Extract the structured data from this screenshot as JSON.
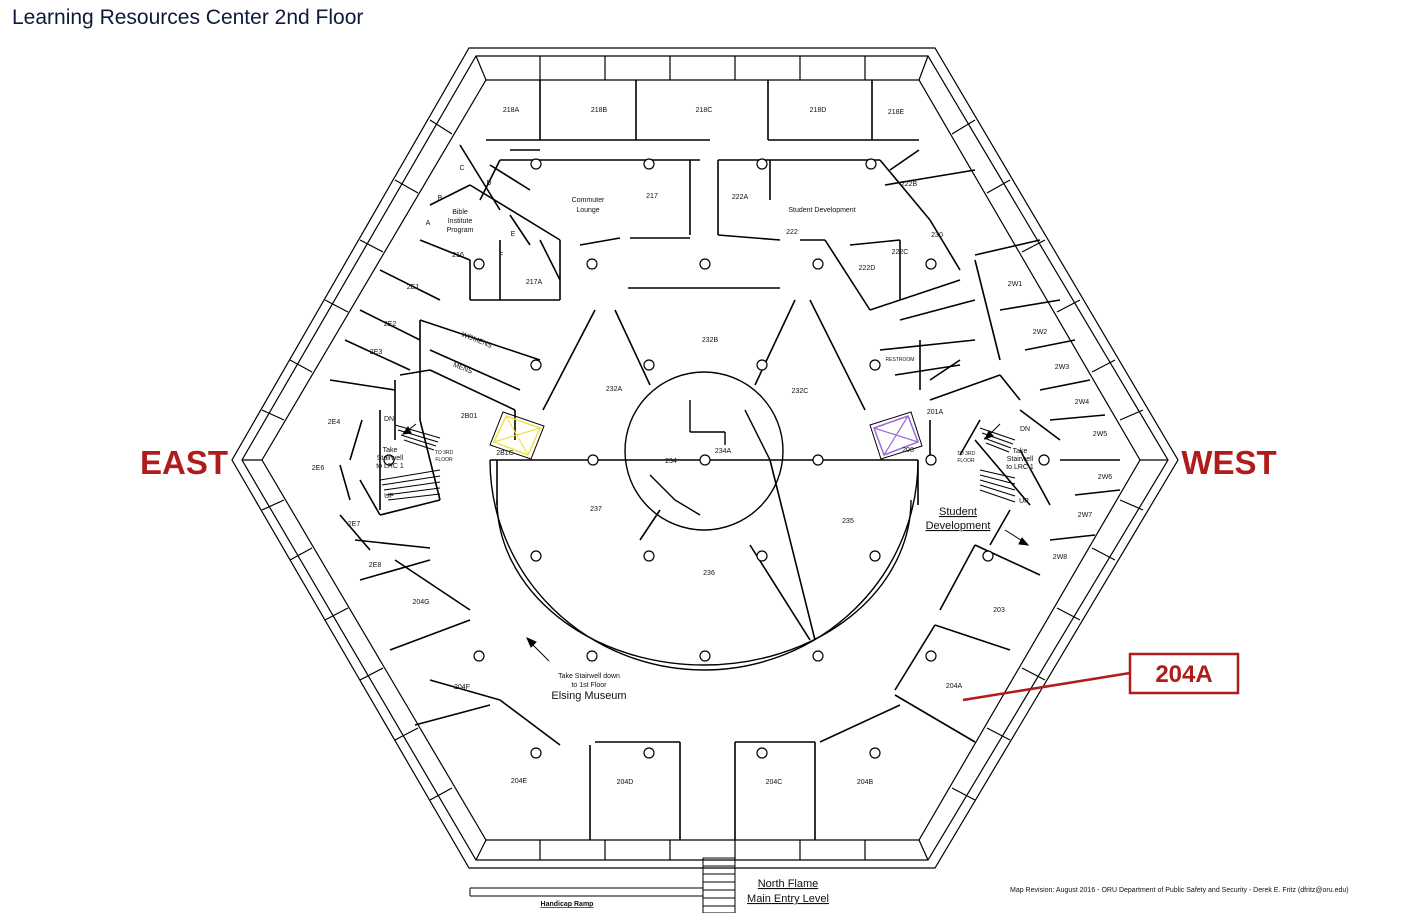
{
  "title": "Learning Resources Center 2nd Floor",
  "directions": {
    "east": "EAST",
    "west": "WEST"
  },
  "callout": {
    "label": "204A"
  },
  "rooms": {
    "r218A": "218A",
    "r218B": "218B",
    "r218C": "218C",
    "r218D": "218D",
    "r218E": "218E",
    "rC": "C",
    "rD": "D",
    "rB": "B",
    "rA": "A",
    "rE": "E",
    "rF": "F",
    "r216": "216",
    "r217": "217",
    "r217A": "217A",
    "r222A": "222A",
    "r222": "222",
    "r222B": "222B",
    "r222C": "222C",
    "r222D": "222D",
    "r230": "230",
    "r2E1": "2E1",
    "r2E2": "2E2",
    "r2E3": "2E3",
    "r2E4": "2E4",
    "r2E6": "2E6",
    "r2E7": "2E7",
    "r2E8": "2E8",
    "r2W1": "2W1",
    "r2W2": "2W2",
    "r2W3": "2W3",
    "r2W4": "2W4",
    "r2W5": "2W5",
    "r2W6": "2W6",
    "r2W7": "2W7",
    "r2W8": "2W8",
    "r232B": "232B",
    "r232A": "232A",
    "r232C": "232C",
    "r2B01": "2B01",
    "r2B1C": "2B1C",
    "r201A": "201A",
    "r208": "208",
    "r234": "234",
    "r234A": "234A",
    "r237": "237",
    "r235": "235",
    "r236": "236",
    "r203": "203",
    "r204A": "204A",
    "r204G": "204G",
    "r204F": "204F",
    "r204E": "204E",
    "r204D": "204D",
    "r204C": "204C",
    "r204B": "204B"
  },
  "labels": {
    "commuter_1": "Commuter",
    "commuter_2": "Lounge",
    "bible_1": "Bible",
    "bible_2": "Institute",
    "bible_3": "Program",
    "student_dev_top": "Student Development",
    "womens": "WOMENS",
    "mens": "MENS",
    "restroom": "RESTROOM",
    "dn": "DN",
    "up": "UP",
    "take_1": "Take",
    "take_2": "Stairwell",
    "take_3": "to LRC 1",
    "to3rd_1": "TO 3RD",
    "to3rd_2": "FLOOR",
    "student_dev_1": "Student",
    "student_dev_2": "Development",
    "stair_down_1": "Take Stairwell down",
    "stair_down_2": "to 1st Floor",
    "museum": "Elsing Museum",
    "north_flame": "North Flame",
    "main_entry": "Main Entry Level",
    "ramp": "Handicap Ramp"
  },
  "revision": "Map Revision: August 2016 - ORU Department of Public Safety and Security - Derek E. Fritz (dfritz@oru.edu)"
}
